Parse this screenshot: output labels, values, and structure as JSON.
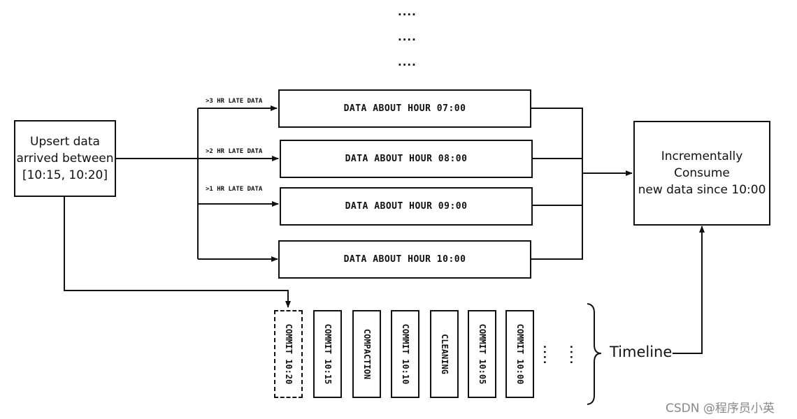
{
  "ellipsis_top": [
    "....",
    "....",
    "...."
  ],
  "source": {
    "lines": [
      "Upsert data",
      "arrived between",
      "[10:15, 10:20]"
    ]
  },
  "late_labels": [
    ">3 HR LATE DATA",
    ">2 HR LATE DATA",
    ">1 HR LATE DATA"
  ],
  "hour_boxes": [
    "DATA ABOUT HOUR 07:00",
    "DATA ABOUT HOUR 08:00",
    "DATA ABOUT HOUR 09:00",
    "DATA ABOUT HOUR 10:00"
  ],
  "sink": {
    "lines": [
      "Incrementally Consume",
      "new data since 10:00"
    ]
  },
  "timeline": {
    "label": "Timeline",
    "commits": [
      "COMMIT 10:20",
      "COMMIT 10:15",
      "COMPACTION",
      "COMMIT 10:10",
      "CLEANING",
      "COMMIT 10:05",
      "COMMIT 10:00"
    ],
    "trailing_dots": [
      "....",
      "...."
    ]
  },
  "watermark": "CSDN @程序员小英"
}
